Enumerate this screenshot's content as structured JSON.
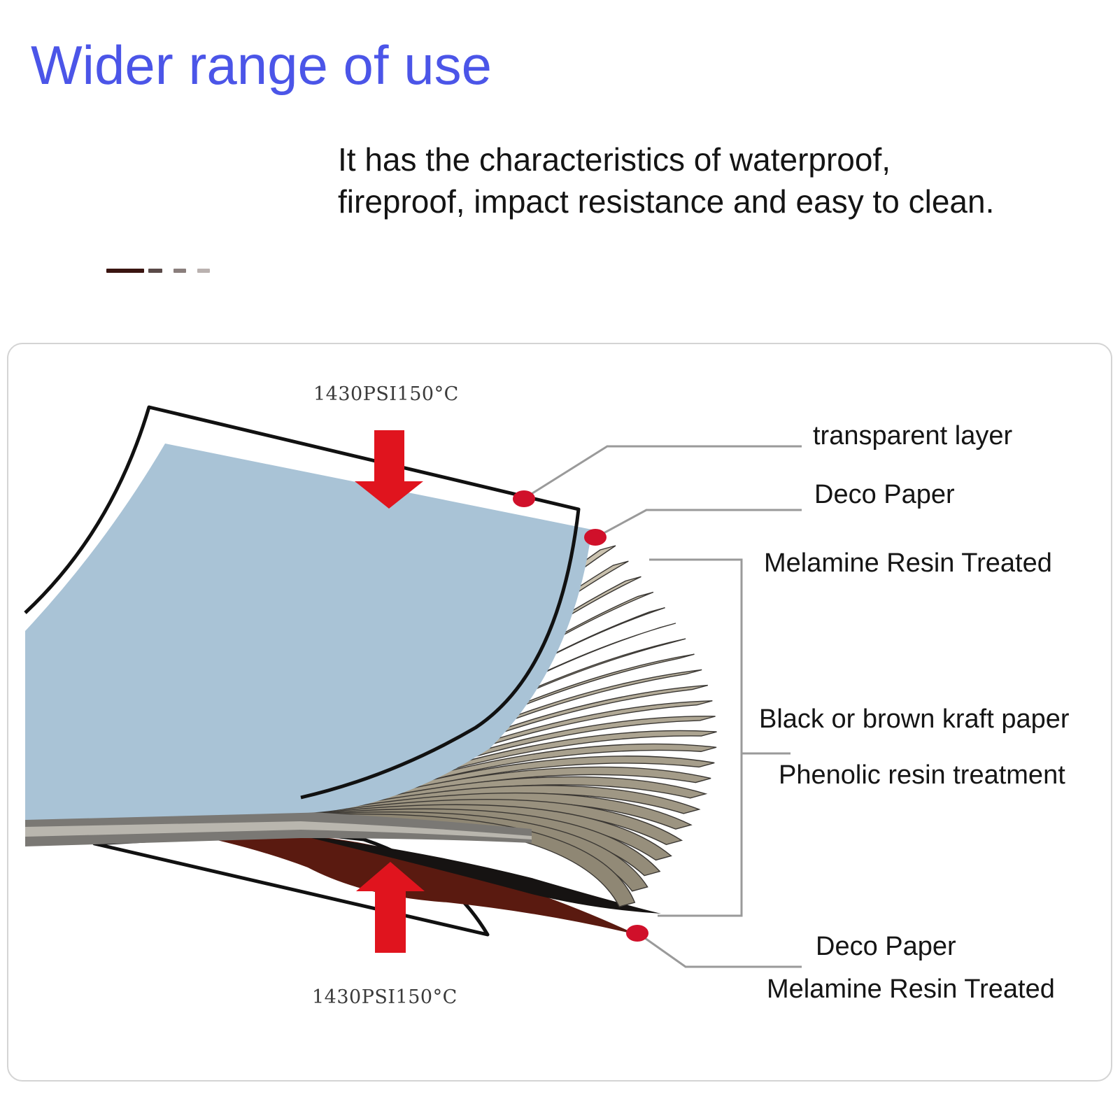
{
  "heading": {
    "title": "Wider range of use",
    "description_line1": "It has the characteristics of waterproof,",
    "description_line2": "fireproof, impact resistance and easy to clean."
  },
  "pressure_labels": {
    "top": "1430PSI150°C",
    "bottom": "1430PSI150°C"
  },
  "layer_labels": {
    "transparent_layer": "transparent layer",
    "deco_paper_top": "Deco Paper",
    "melamine_top": "Melamine Resin Treated",
    "kraft_paper": "Black or brown kraft paper",
    "phenolic": "Phenolic resin treatment",
    "deco_paper_bottom": "Deco Paper",
    "melamine_bottom": "Melamine Resin Treated"
  },
  "colors": {
    "title": "#4b55e8",
    "arrow": "#e0141e",
    "marker": "#d0102a",
    "deco_paper": "#a9c3d6",
    "kraft": "#cbc3b0",
    "bottom_deco": "#5a1a10",
    "leader_line": "#9a9a9a"
  },
  "dash_colors": [
    "#3a1410",
    "#5a4a48",
    "#8a7e7c",
    "#bab2b0"
  ]
}
